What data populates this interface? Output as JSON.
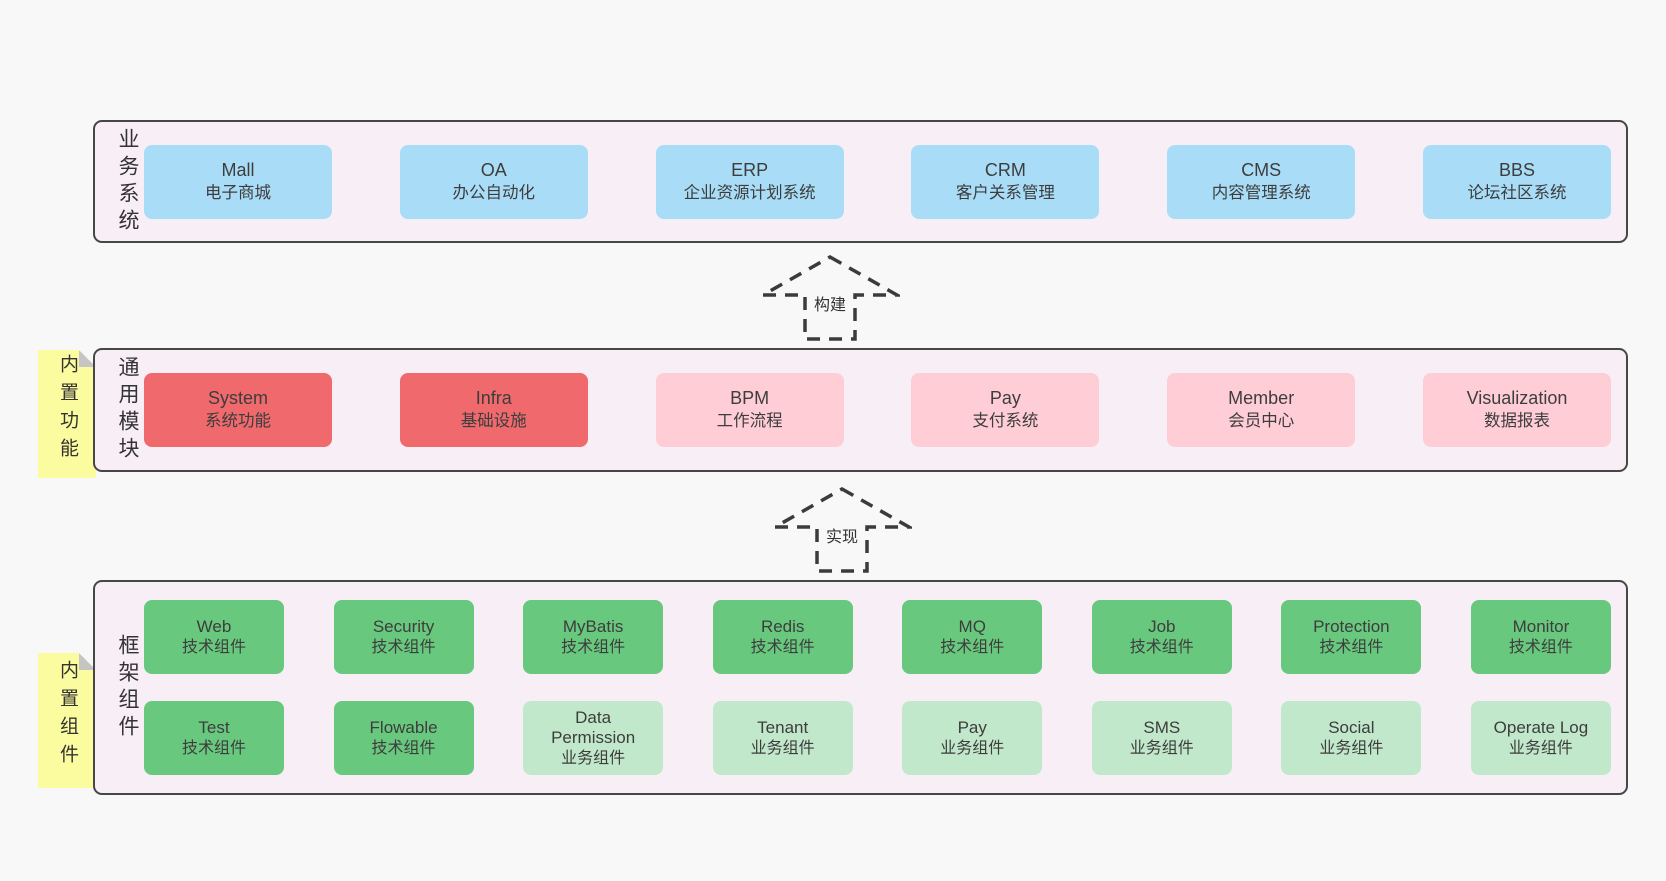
{
  "diagram": {
    "colors": {
      "page_bg": "#f8f8f8",
      "panel_bg": "#f8eef6",
      "panel_border": "#474747",
      "blue": "#a9ddf7",
      "red": "#f0696c",
      "pink": "#ffcdd6",
      "green": "#68c87e",
      "green_light": "#c1e8cb",
      "tab_yellow": "#fbfb9f",
      "text": "#3d3d3d"
    },
    "arrows": [
      {
        "label": "构建"
      },
      {
        "label": "实现"
      }
    ],
    "layers": [
      {
        "side_label": "业务系统",
        "boxes": [
          {
            "name": "Mall",
            "desc": "电子商城",
            "variant": "blue"
          },
          {
            "name": "OA",
            "desc": "办公自动化",
            "variant": "blue"
          },
          {
            "name": "ERP",
            "desc": "企业资源计划系统",
            "variant": "blue"
          },
          {
            "name": "CRM",
            "desc": "客户关系管理",
            "variant": "blue"
          },
          {
            "name": "CMS",
            "desc": "内容管理系统",
            "variant": "blue"
          },
          {
            "name": "BBS",
            "desc": "论坛社区系统",
            "variant": "blue"
          }
        ]
      },
      {
        "tab": "内置功能",
        "side_label": "通用模块",
        "boxes": [
          {
            "name": "System",
            "desc": "系统功能",
            "variant": "red"
          },
          {
            "name": "Infra",
            "desc": "基础设施",
            "variant": "red"
          },
          {
            "name": "BPM",
            "desc": "工作流程",
            "variant": "pink"
          },
          {
            "name": "Pay",
            "desc": "支付系统",
            "variant": "pink"
          },
          {
            "name": "Member",
            "desc": "会员中心",
            "variant": "pink"
          },
          {
            "name": "Visualization",
            "desc": "数据报表",
            "variant": "pink"
          }
        ]
      },
      {
        "tab": "内置组件",
        "side_label": "框架组件",
        "rows": [
          {
            "boxes": [
              {
                "name": "Web",
                "desc": "技术组件",
                "variant": "green"
              },
              {
                "name": "Security",
                "desc": "技术组件",
                "variant": "green"
              },
              {
                "name": "MyBatis",
                "desc": "技术组件",
                "variant": "green"
              },
              {
                "name": "Redis",
                "desc": "技术组件",
                "variant": "green"
              },
              {
                "name": "MQ",
                "desc": "技术组件",
                "variant": "green"
              },
              {
                "name": "Job",
                "desc": "技术组件",
                "variant": "green"
              },
              {
                "name": "Protection",
                "desc": "技术组件",
                "variant": "green"
              },
              {
                "name": "Monitor",
                "desc": "技术组件",
                "variant": "green"
              }
            ]
          },
          {
            "boxes": [
              {
                "name": "Test",
                "desc": "技术组件",
                "variant": "green"
              },
              {
                "name": "Flowable",
                "desc": "技术组件",
                "variant": "green"
              },
              {
                "name": "Data Permission",
                "desc": "业务组件",
                "variant": "green-light"
              },
              {
                "name": "Tenant",
                "desc": "业务组件",
                "variant": "green-light"
              },
              {
                "name": "Pay",
                "desc": "业务组件",
                "variant": "green-light"
              },
              {
                "name": "SMS",
                "desc": "业务组件",
                "variant": "green-light"
              },
              {
                "name": "Social",
                "desc": "业务组件",
                "variant": "green-light"
              },
              {
                "name": "Operate Log",
                "desc": "业务组件",
                "variant": "green-light"
              }
            ]
          }
        ]
      }
    ]
  }
}
